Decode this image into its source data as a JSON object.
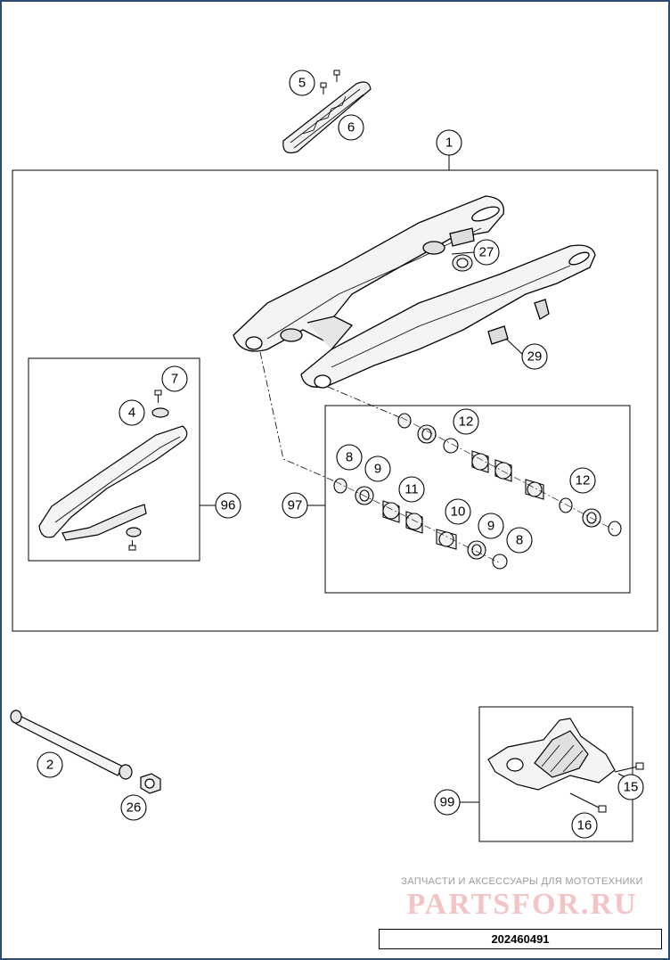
{
  "callouts": {
    "c1": "1",
    "c2": "2",
    "c4": "4",
    "c5": "5",
    "c6": "6",
    "c7": "7",
    "c8a": "8",
    "c8b": "8",
    "c9a": "9",
    "c9b": "9",
    "c10": "10",
    "c11": "11",
    "c12a": "12",
    "c12b": "12",
    "c15": "15",
    "c16": "16",
    "c26": "26",
    "c27": "27",
    "c29": "29",
    "c96": "96",
    "c97": "97",
    "c99": "99"
  },
  "watermark": {
    "text": "ЗАПЧАСТИ И АКСЕССУАРЫ ДЛЯ МОТОТЕХНИКИ",
    "brand": "PARTSFOR.RU"
  },
  "document": {
    "code": "202460491"
  }
}
